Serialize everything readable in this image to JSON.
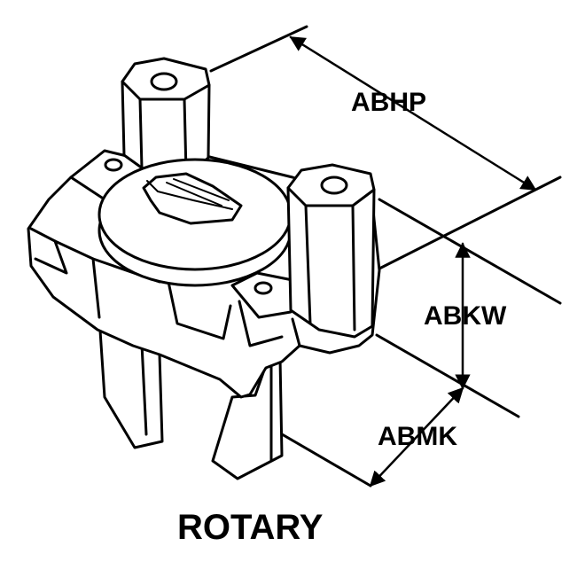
{
  "dimensions": {
    "abhp": "ABHP",
    "abkw": "ABKW",
    "abmk": "ABMK"
  },
  "caption": "ROTARY",
  "colors": {
    "line": "#000000",
    "background": "#ffffff"
  }
}
